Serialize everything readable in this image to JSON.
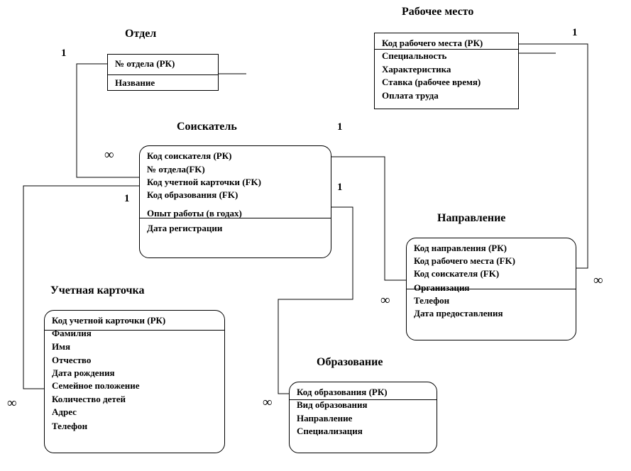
{
  "entities": {
    "otdel": {
      "title": "Отдел",
      "fields": [
        "№ отдела (РК)",
        "Название"
      ]
    },
    "rabochee_mesto": {
      "title": "Рабочее место",
      "fields": [
        "Код рабочего места (РК)",
        "Специальность",
        "Характеристика",
        "Ставка (рабочее время)",
        "Оплата труда"
      ]
    },
    "soiskatel": {
      "title": "Соискатель",
      "fields": [
        "Код соискателя (РК)",
        "№ отдела(FK)",
        "Код учетной карточки (FK)",
        "Код образования (FK)",
        "Опыт работы (в годах)",
        "Дата регистрации"
      ]
    },
    "napravlenie": {
      "title": "Направление",
      "fields": [
        "Код направления (РК)",
        "Код рабочего места (FK)",
        "Код соискателя (FK)",
        "Организация",
        "Телефон",
        "Дата предоставления"
      ]
    },
    "uchetnaya_kartochka": {
      "title": "Учетная карточка",
      "fields": [
        "Код учетной карточки (РК)",
        "Фамилия",
        "Имя",
        "Отчество",
        "Дата рождения",
        "Семейное положение",
        "Количество детей",
        "Адрес",
        "Телефон"
      ]
    },
    "obrazovanie": {
      "title": "Образование",
      "fields": [
        "Код образования (РК)",
        "Вид образования",
        "Направление",
        "Специализация"
      ]
    }
  },
  "cardinality": {
    "one": "1",
    "many": "∞"
  }
}
